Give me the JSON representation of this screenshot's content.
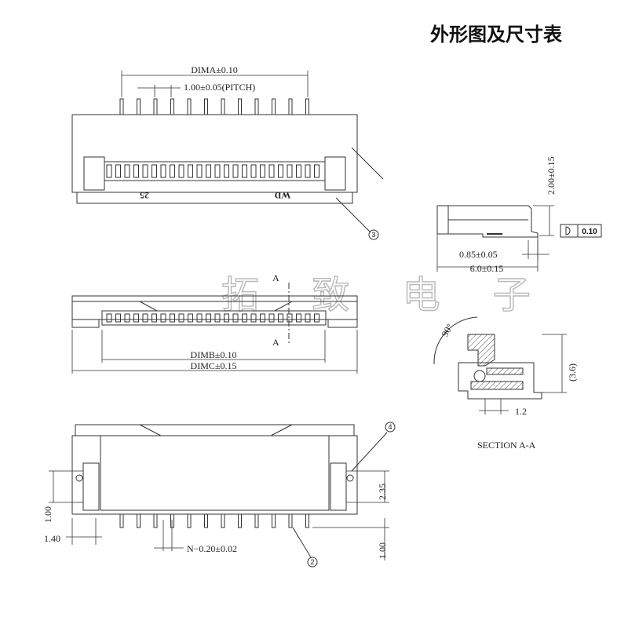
{
  "title": "外形图及尺寸表",
  "watermark": "拓 致 电 子",
  "top_view": {
    "dim_a": "DIMA±0.10",
    "pitch": "1.00±0.05(PITCH)",
    "mark_25": "25",
    "mark_wd": "WD",
    "callout_3": "3"
  },
  "front_view": {
    "section_mark_top": "A",
    "section_mark_bottom": "A",
    "dim_b": "DIMB±0.10",
    "dim_c": "DIMC±0.15"
  },
  "bottom_view": {
    "callout_4": "4",
    "callout_2": "2",
    "dim_235": "2.35",
    "dim_100_left": "1.00",
    "dim_140": "1.40",
    "dim_n": "N−0.20±0.02",
    "dim_100_right": "1.00"
  },
  "side_view": {
    "dim_200": "2.00±0.15",
    "dim_085": "0.85±0.05",
    "dim_60": "6.0±0.15",
    "flatness_value": "0.10"
  },
  "section": {
    "angle": "90°",
    "dim_36": "(3.6)",
    "dim_12": "1.2",
    "label": "SECTION A-A"
  },
  "colors": {
    "line": "#333333",
    "hatch": "#555555",
    "watermark": "#b8b8b8"
  }
}
